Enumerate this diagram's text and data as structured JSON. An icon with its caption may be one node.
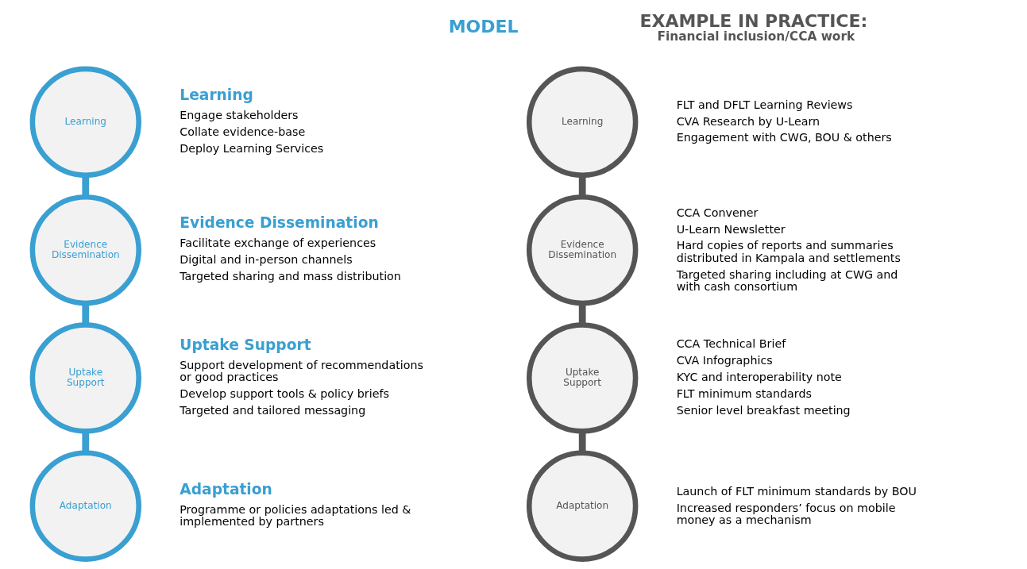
{
  "diagram": {
    "nodes": [
      {
        "text": [
          "Learning"
        ],
        "beside": [
          "Learning",
          "Engage stakeholders",
          "Collate evidence-base",
          "Deploy Learning Services"
        ]
      },
      {
        "text": [
          "Evidence Dissemination"
        ],
        "beside": [
          "Evidence Dissemination",
          "Facilitate exchange of experiences",
          "Digital and in-person channels",
          "Targeted sharing and mass distribution"
        ]
      },
      {
        "text": [
          "Uptake Support"
        ],
        "beside": [
          "Uptake Support",
          "Support development of recommendations or good practices",
          "Develop support tools & policy briefs",
          "Targeted and tailored messaging"
        ]
      },
      {
        "text": [
          "Adaptation"
        ],
        "beside": [
          "Adaptation",
          "Programme or policies adaptations led & implemented by partners"
        ]
      },
      {
        "text": [
          "Learning"
        ],
        "beside": [
          "FLT and DFLT Learning Reviews",
          "CVA Research by U-Learn",
          "Engagement with CWG, BOU & others"
        ]
      },
      {
        "text": [
          "Evidence Dissemination"
        ],
        "beside": [
          "CCA Convener",
          "U-Learn Newsletter",
          "Hard copies of reports and summaries distributed in Kampala and settlements",
          "Targeted sharing including at CWG and with cash consortium"
        ]
      },
      {
        "text": [
          "Uptake Support"
        ],
        "beside": [
          "CCA Technical Brief",
          "CVA Infographics",
          "KYC and interoperability note",
          "FLT minimum standards",
          "Senior level breakfast meeting"
        ]
      },
      {
        "text": [
          "Adaptation"
        ],
        "beside": [
          "Launch of FLT minimum standards by BOU",
          "Increased responders’ focus on mobile money as a mechanism"
        ]
      }
    ],
    "edges": [
      {
        "from": 0,
        "to": 1,
        "arrow": "none",
        "color": "#3a9fd1"
      },
      {
        "from": 1,
        "to": 2,
        "arrow": "none",
        "color": "#3a9fd1"
      },
      {
        "from": 2,
        "to": 3,
        "arrow": "none",
        "color": "#3a9fd1"
      },
      {
        "from": 4,
        "to": 5,
        "arrow": "none",
        "color": "#555555"
      },
      {
        "from": 5,
        "to": 6,
        "arrow": "none",
        "color": "#555555"
      },
      {
        "from": 6,
        "to": 7,
        "arrow": "none",
        "color": "#555555"
      }
    ],
    "labels": [
      "MODEL",
      "EXAMPLE IN PRACTICE:",
      "Financial inclusion/CCA work"
    ]
  }
}
